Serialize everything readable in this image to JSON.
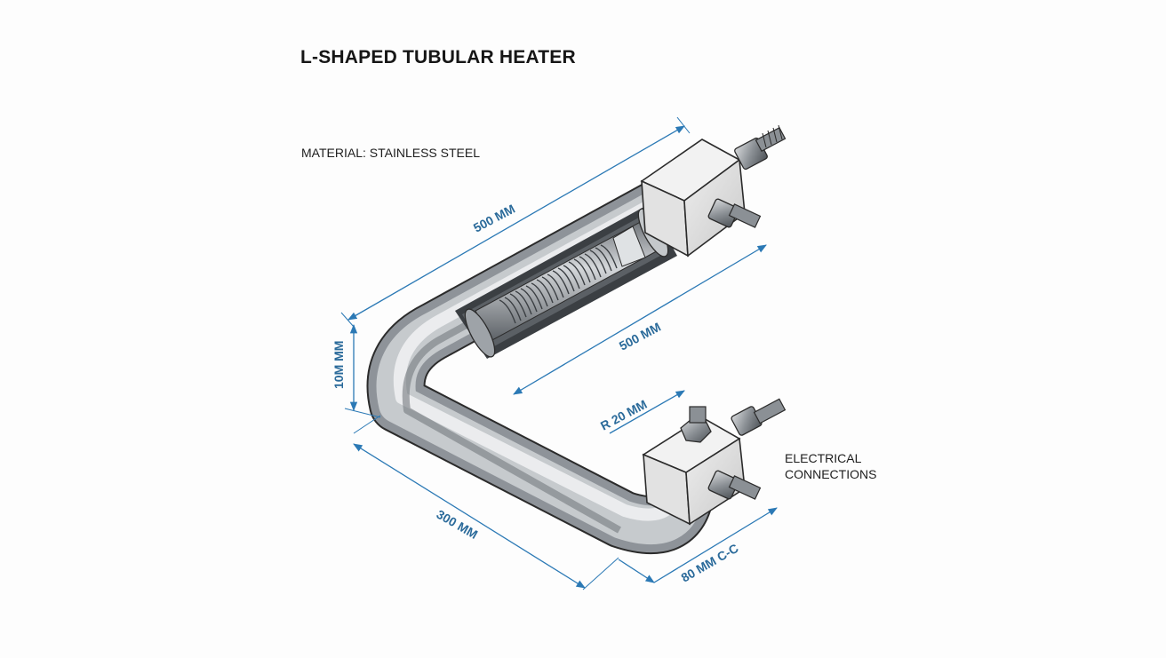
{
  "diagram": {
    "title": "L-SHAPED TUBULAR HEATER",
    "material": "MATERIAL: STAINLESS STEEL",
    "callout": {
      "line1": "ELECTRICAL",
      "line2": "CONNECTIONS"
    },
    "dimensions": {
      "top_length": "500 MM",
      "inner_length": "500 MM",
      "diameter": "10M MM",
      "bend_radius": "R 20 MM",
      "bottom_length": "300 MM",
      "terminal_spacing": "80 MM C-C"
    },
    "colors": {
      "dimension": "#2b79b5",
      "steel": "#b3b8bd",
      "outline": "#2b2b2b"
    }
  }
}
